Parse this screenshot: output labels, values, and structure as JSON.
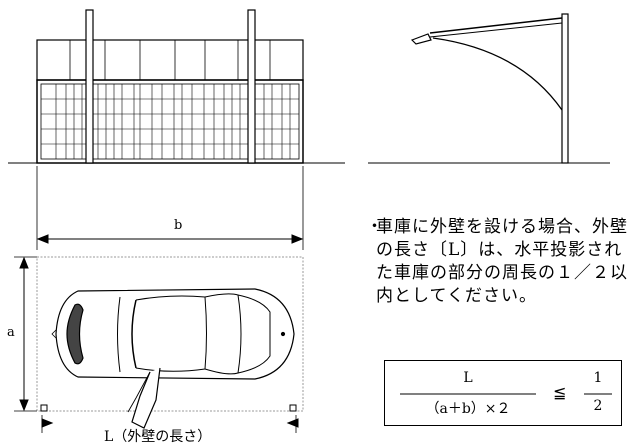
{
  "dimensions": {
    "width_label": "b",
    "height_label": "a",
    "perimeter_label": "L（外壁の長さ）"
  },
  "note": {
    "bullet": "・",
    "text": "車庫に外壁を設ける場合、外壁の長さ〔L〕は、水平投影された車庫の部分の周長の１／２以内としてください。"
  },
  "formula": {
    "numerator": "L",
    "denominator": "（a＋b）×２",
    "operator": "≦",
    "rhs_numerator": "1",
    "rhs_denominator": "2"
  }
}
